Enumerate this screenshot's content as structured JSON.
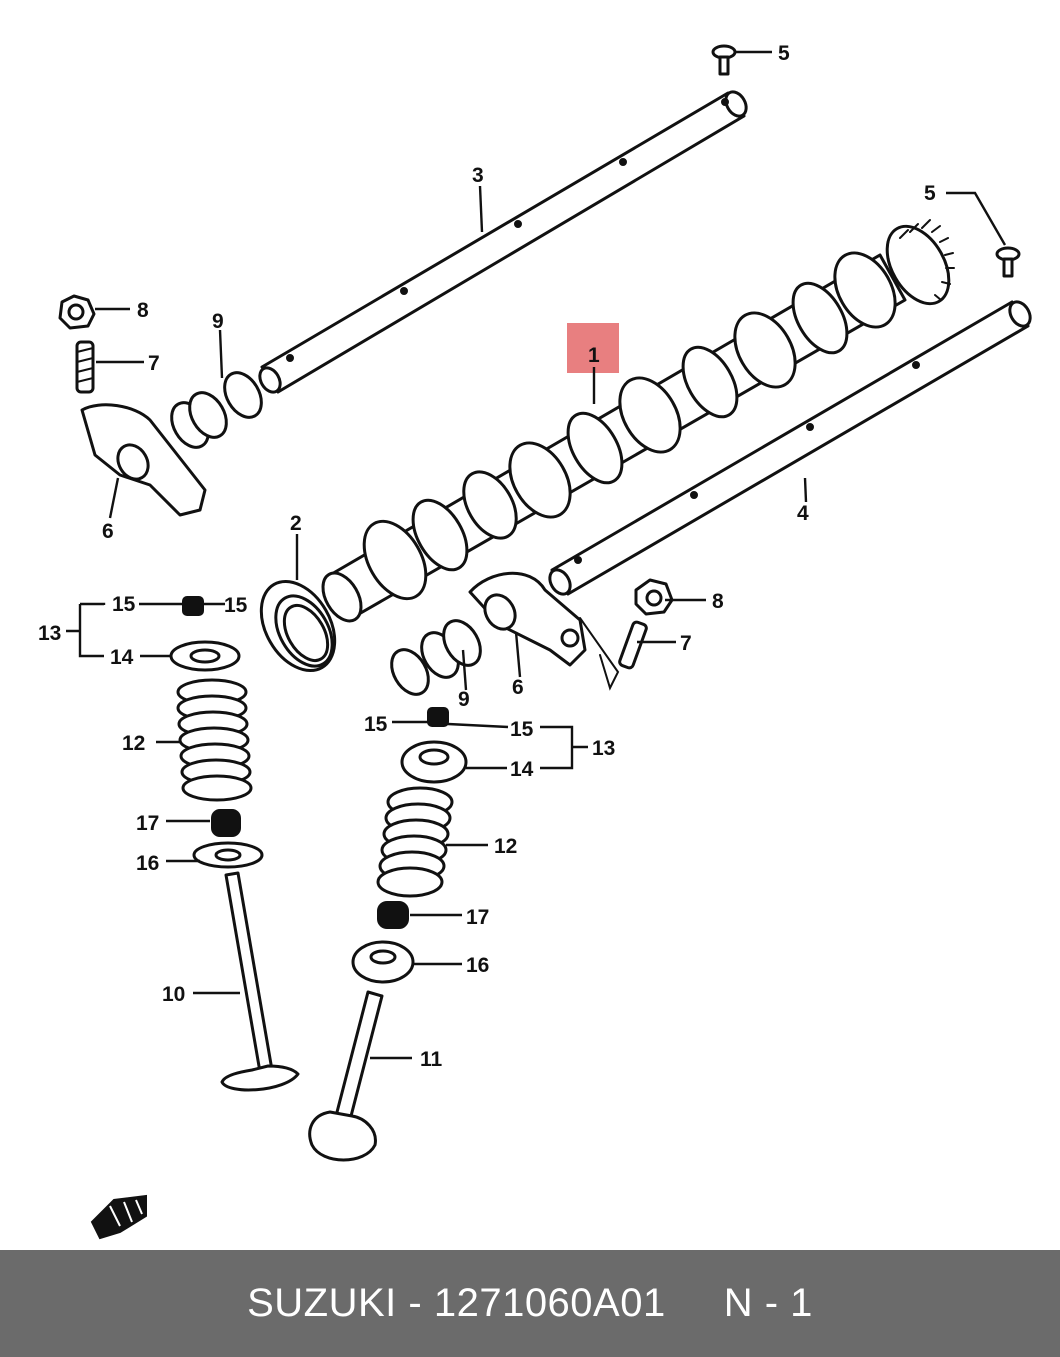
{
  "diagram": {
    "callouts": {
      "c1": "1",
      "c2": "2",
      "c3": "3",
      "c4": "4",
      "c5a": "5",
      "c5b": "5",
      "c6a": "6",
      "c6b": "6",
      "c7a": "7",
      "c7b": "7",
      "c8a": "8",
      "c8b": "8",
      "c9a": "9",
      "c9b": "9",
      "c10": "10",
      "c11": "11",
      "c12a": "12",
      "c12b": "12",
      "c13a": "13",
      "c13b": "13",
      "c14a": "14",
      "c14b": "14",
      "c15a": "15",
      "c15b": "15",
      "c15c": "15",
      "c15d": "15",
      "c16a": "16",
      "c16b": "16",
      "c17a": "17",
      "c17b": "17"
    },
    "highlight_color": "#e87f80"
  },
  "footer": {
    "brand": "SUZUKI",
    "separator": "-",
    "part_number": "1271060A01",
    "position": "N - 1"
  }
}
